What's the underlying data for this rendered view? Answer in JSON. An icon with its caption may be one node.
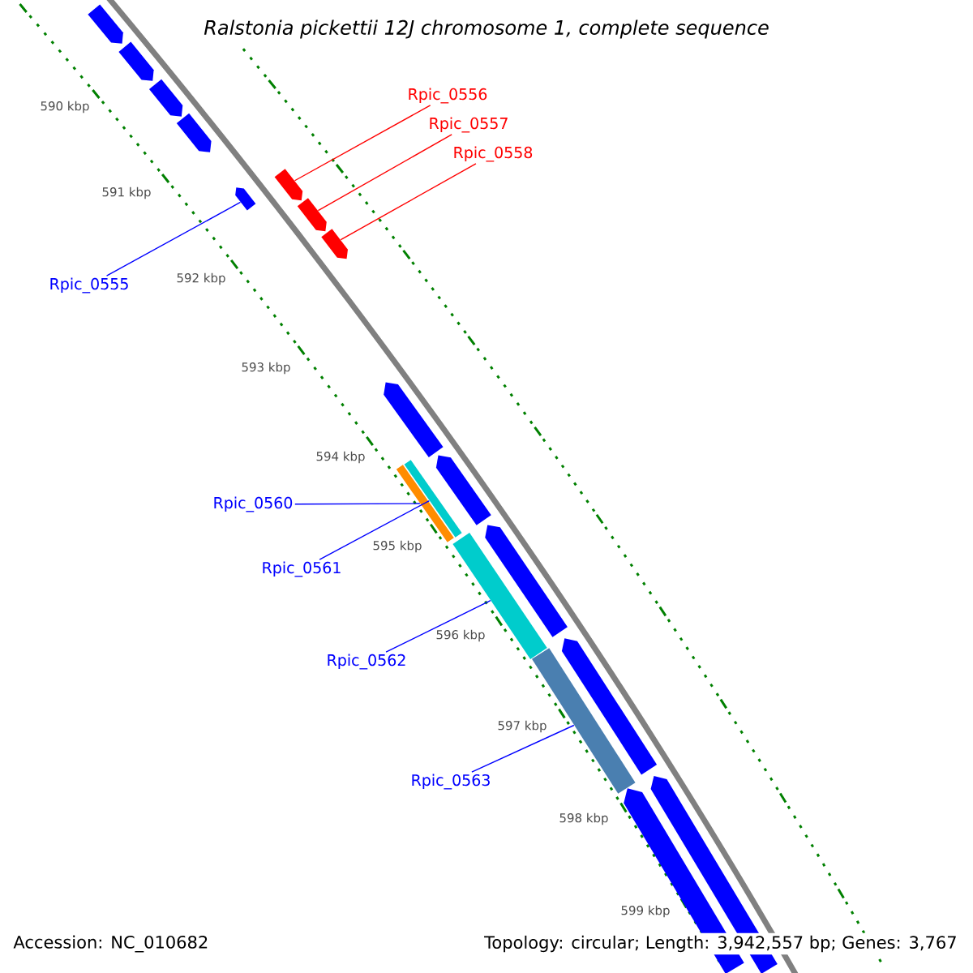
{
  "diagram": {
    "title": "Ralstonia pickettii 12J chromosome 1, complete sequence",
    "nodes": [
      {
        "text": [
          "Rpic_0556"
        ]
      },
      {
        "text": [],
        "shape": "box"
      },
      {
        "text": [
          "Rpic_0557"
        ]
      },
      {
        "text": [],
        "shape": "box"
      },
      {
        "text": [
          "Rpic_0558"
        ]
      },
      {
        "text": [],
        "shape": "box"
      },
      {
        "text": [
          "Rpic_0555"
        ]
      },
      {
        "text": [],
        "shape": "box"
      },
      {
        "text": [
          "Rpic_0560"
        ]
      },
      {
        "text": [],
        "shape": "box"
      },
      {
        "text": [
          "Rpic_0561"
        ]
      },
      {
        "text": [],
        "shape": "box"
      },
      {
        "text": [
          "Rpic_0562"
        ]
      },
      {
        "text": [],
        "shape": "box"
      },
      {
        "text": [
          "Rpic_0563"
        ]
      },
      {
        "text": [],
        "shape": "box"
      },
      {
        "text": [],
        "shape": "box"
      },
      {
        "text": [],
        "shape": "box"
      },
      {
        "text": [],
        "shape": "box"
      },
      {
        "text": [],
        "shape": "box"
      },
      {
        "text": [],
        "shape": "box"
      },
      {
        "text": [],
        "shape": "box"
      },
      {
        "text": [],
        "shape": "box"
      },
      {
        "text": [],
        "shape": "box"
      },
      {
        "text": [],
        "shape": "box"
      },
      {
        "text": [],
        "shape": "box"
      }
    ],
    "edges": [
      {
        "from": 0,
        "to": 1,
        "arrow": "none",
        "color": "#ff0000"
      },
      {
        "from": 2,
        "to": 3,
        "arrow": "none",
        "color": "#ff0000"
      },
      {
        "from": 4,
        "to": 5,
        "arrow": "none",
        "color": "#ff0000"
      },
      {
        "from": 6,
        "to": 7,
        "arrow": "none"
      },
      {
        "from": 8,
        "to": 9,
        "arrow": "none"
      },
      {
        "from": 10,
        "to": 11,
        "arrow": "none"
      },
      {
        "from": 12,
        "to": 13,
        "arrow": "none"
      },
      {
        "from": 14,
        "to": 15,
        "arrow": "none"
      }
    ],
    "labels": [
      "590 kbp",
      "591 kbp",
      "592 kbp",
      "593 kbp",
      "594 kbp",
      "595 kbp",
      "596 kbp",
      "597 kbp",
      "598 kbp",
      "599 kbp",
      "Accession: NC_010682",
      "Topology: circular; Length: 3,942,557 bp; Genes: 3,767"
    ]
  }
}
